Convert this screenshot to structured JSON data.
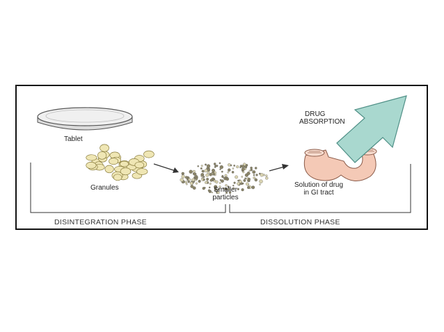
{
  "labels": {
    "tablet": "Tablet",
    "granules": "Granules",
    "smaller_particles_line1": "Smaller",
    "smaller_particles_line2": "particles",
    "solution_line1": "Solution of drug",
    "solution_line2": "in GI tract",
    "drug_absorption_line1": "DRUG",
    "drug_absorption_line2": "ABSORPTION"
  },
  "phases": {
    "disintegration": "DISINTEGRATION PHASE",
    "dissolution": "DISSOLUTION PHASE"
  },
  "colors": {
    "arrow_fill": "#a9d8cf",
    "arrow_stroke": "#4f8f86",
    "granule_fill": "#efe6b4",
    "granule_stroke": "#8a7d3e",
    "particle_fill": "#8a8468",
    "stomach_fill": "#f4c9b6",
    "stomach_stroke": "#8a5a48",
    "tablet_fill": "#f0f0f0",
    "line_color": "#333333"
  }
}
